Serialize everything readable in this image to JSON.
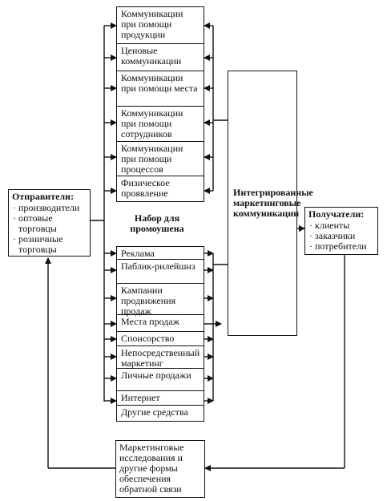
{
  "senders": {
    "title": "Отправители:",
    "items": [
      "производители",
      "оптовые торговцы",
      "розничные торговцы"
    ]
  },
  "top_blocks": [
    "Коммуникации при помощи продукции",
    "Ценовые коммуникации",
    "Коммуникации при помощи места",
    "Коммуникации при помощи сотрудников",
    "Коммуникации при помощи процессов",
    "Физическое проявление"
  ],
  "promo_label": "Набор для промоушена",
  "promo_blocks": [
    "Реклама",
    "Паблик-рилейшнз",
    "Кампании продвижения продаж",
    "Места продаж",
    "Спонсорство",
    "Непосредственный маркетинг",
    "Личные продажи",
    "Интернет",
    "Другие средства"
  ],
  "integrated": "Интегрированные маркетинговые коммуникации",
  "receivers": {
    "title": "Получатели:",
    "items": [
      "клиенты",
      "заказчики",
      "потребители"
    ]
  },
  "feedback": "Маркетинговые исследования и другие формы обеспечения обратной связи"
}
